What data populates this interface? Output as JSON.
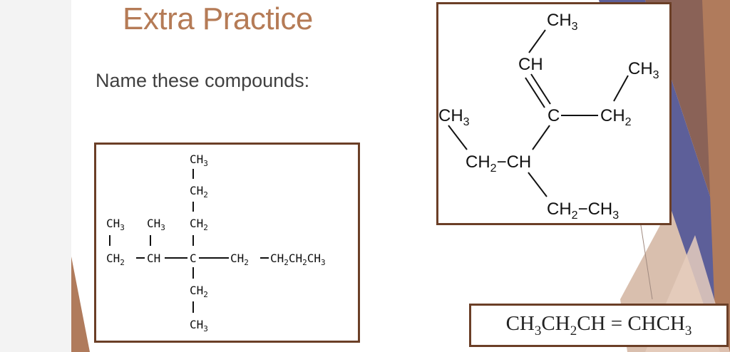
{
  "slide": {
    "title": "Extra Practice",
    "subtitle": "Name these compounds:"
  },
  "compound_a": {
    "atoms": {
      "top_ch3": "CH3",
      "top_ch2_upper": "CH2",
      "top_ch2_lower": "CH2",
      "left_ch3_1": "CH3",
      "left_ch3_2": "CH3",
      "main_ch2": "CH2",
      "main_ch": "CH",
      "main_c": "C",
      "main_ch2_right": "CH2",
      "main_tail": "CH2CH2CH3",
      "bottom_ch2": "CH2",
      "bottom_ch3": "CH3"
    }
  },
  "compound_b": {
    "atoms": {
      "top_ch3": "CH3",
      "ch": "CH",
      "right_ch3": "CH3",
      "left_ch3": "CH3",
      "c": "C",
      "right_ch2": "CH2",
      "ch2_ch": "CH2–CH",
      "bottom": "CH2–CH3"
    }
  },
  "compound_c": {
    "formula": "CH3CH2CH = CHCH3"
  },
  "colors": {
    "title": "#b57b56",
    "box_border": "#6b3f27",
    "accent_purple": "#5d5f99",
    "accent_brown": "#b07b5c"
  }
}
